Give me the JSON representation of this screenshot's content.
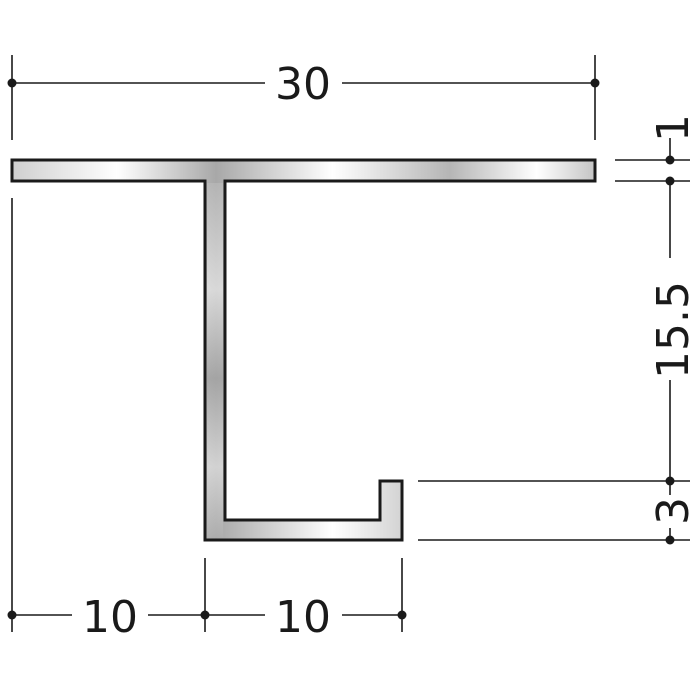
{
  "dimensions": {
    "overall_width": "30",
    "left_offset": "10",
    "inner_width": "10",
    "flange_thickness": "1",
    "web_height": "15.5",
    "lip_height": "3"
  },
  "colors": {
    "line": "#1a1a1a",
    "metal_light": "#ffffff",
    "metal_mid": "#c8c8c8",
    "metal_dark": "#9a9a9a"
  }
}
